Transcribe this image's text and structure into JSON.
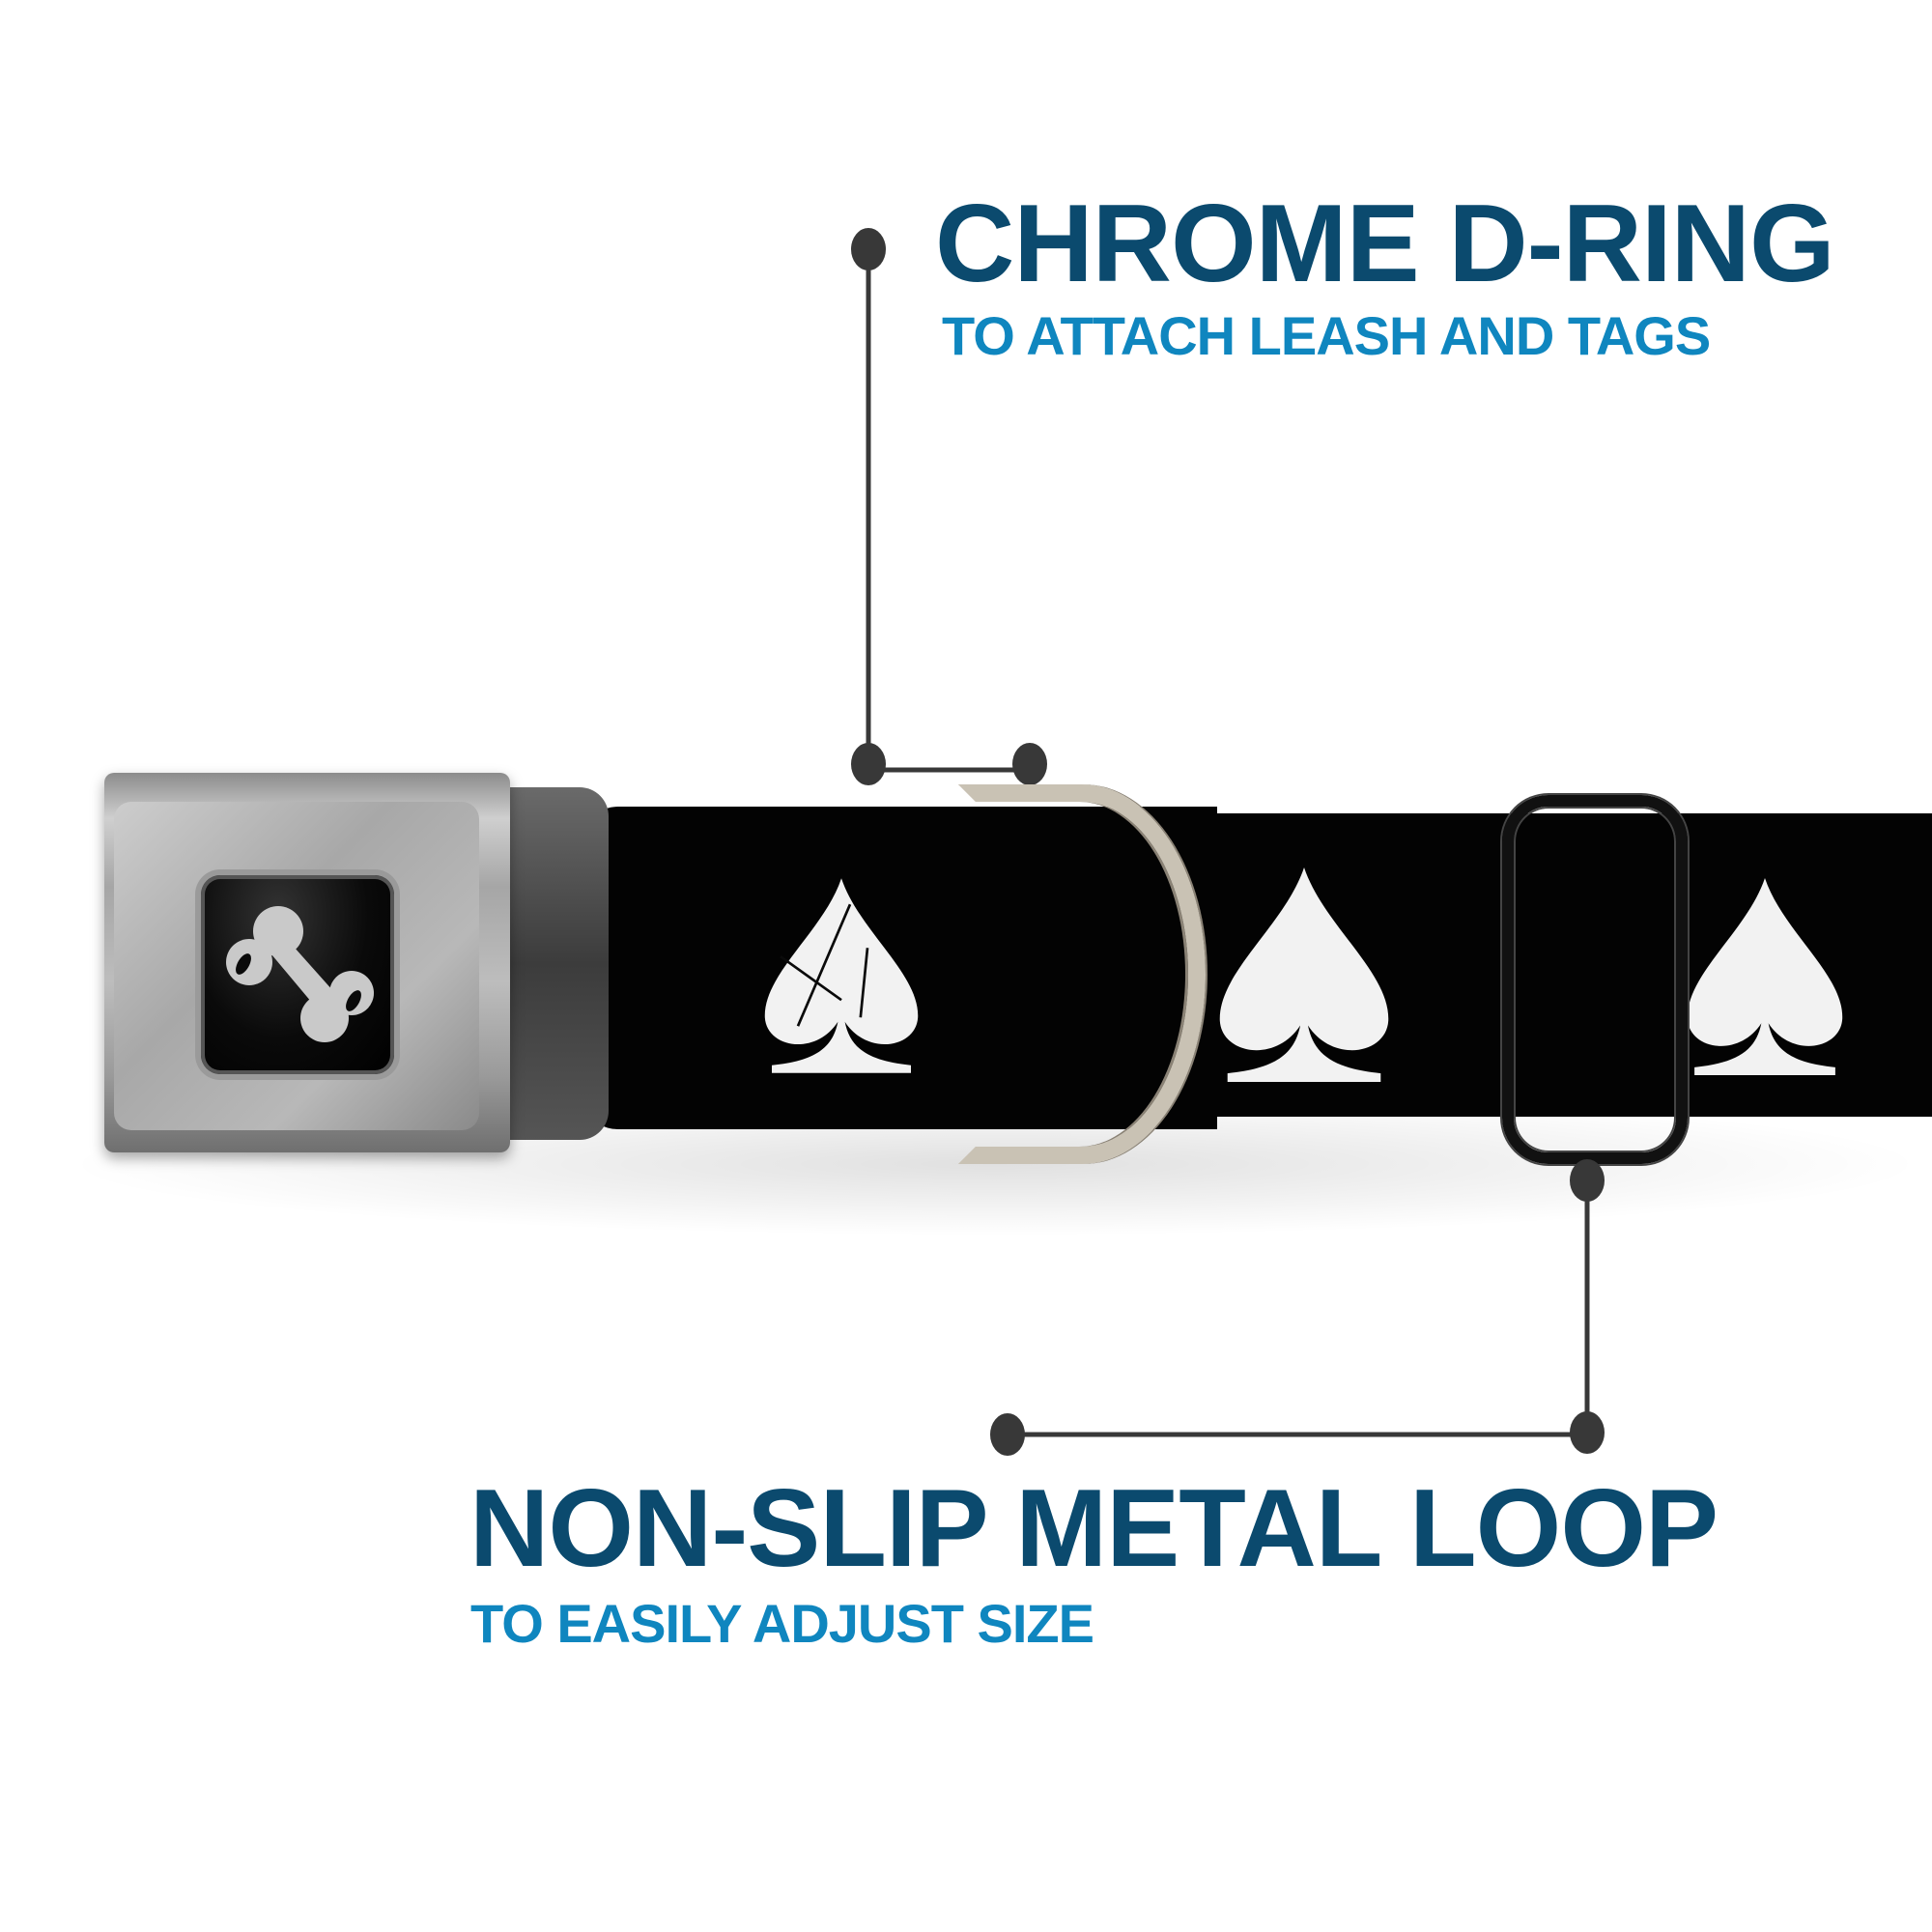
{
  "callouts": [
    {
      "title": "CHROME D-RING",
      "subtitle": "TO ATTACH LEASH AND TAGS"
    },
    {
      "title": "NON-SLIP METAL LOOP",
      "subtitle": "TO EASILY ADJUST SIZE"
    }
  ],
  "product": {
    "buckle_icon": "bone-icon",
    "pattern_icon": "spade-icon",
    "pattern_count": 3,
    "collar_color": "#030303",
    "pattern_color": "#f2f2f2"
  },
  "colors": {
    "title": "#0b4a6e",
    "subtitle": "#0f86bf",
    "leader": "#383838",
    "background": "#ffffff"
  }
}
